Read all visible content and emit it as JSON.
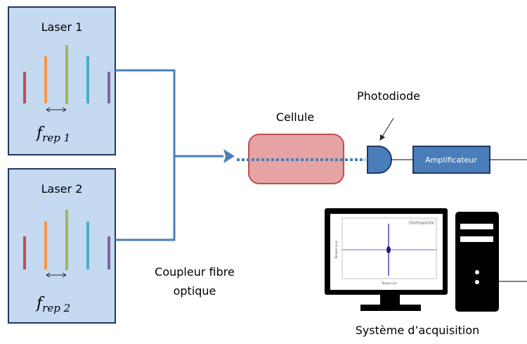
{
  "laser1": {
    "label": "Laser 1",
    "freq_main": "f",
    "freq_sub": "rep 1"
  },
  "laser2": {
    "label": "Laser 2",
    "freq_main": "f",
    "freq_sub": "rep 2"
  },
  "coupler": {
    "line1": "Coupleur fibre",
    "line2": "optique"
  },
  "cell": {
    "label": "Cellule"
  },
  "photodiode": {
    "label": "Photodiode"
  },
  "amplifier": {
    "label": "Amplificateur"
  },
  "acquisition": {
    "label": "Système d’acquisition"
  },
  "screen_plot": {
    "legend": "Interferogramme",
    "xlabel": "Temps (us)",
    "ylabel": "Tension (u.a)"
  },
  "colors": {
    "box_fill": "#c5d9f1",
    "box_stroke": "#1f3864",
    "fiber": "#4a7ebb",
    "cell_fill": "#e6a3a3",
    "cell_stroke": "#c0504d",
    "line_red": "#c0504d",
    "line_orange": "#f79646",
    "line_green": "#9bbb59",
    "line_cyan": "#4bacc6",
    "line_purple": "#8064a2"
  }
}
